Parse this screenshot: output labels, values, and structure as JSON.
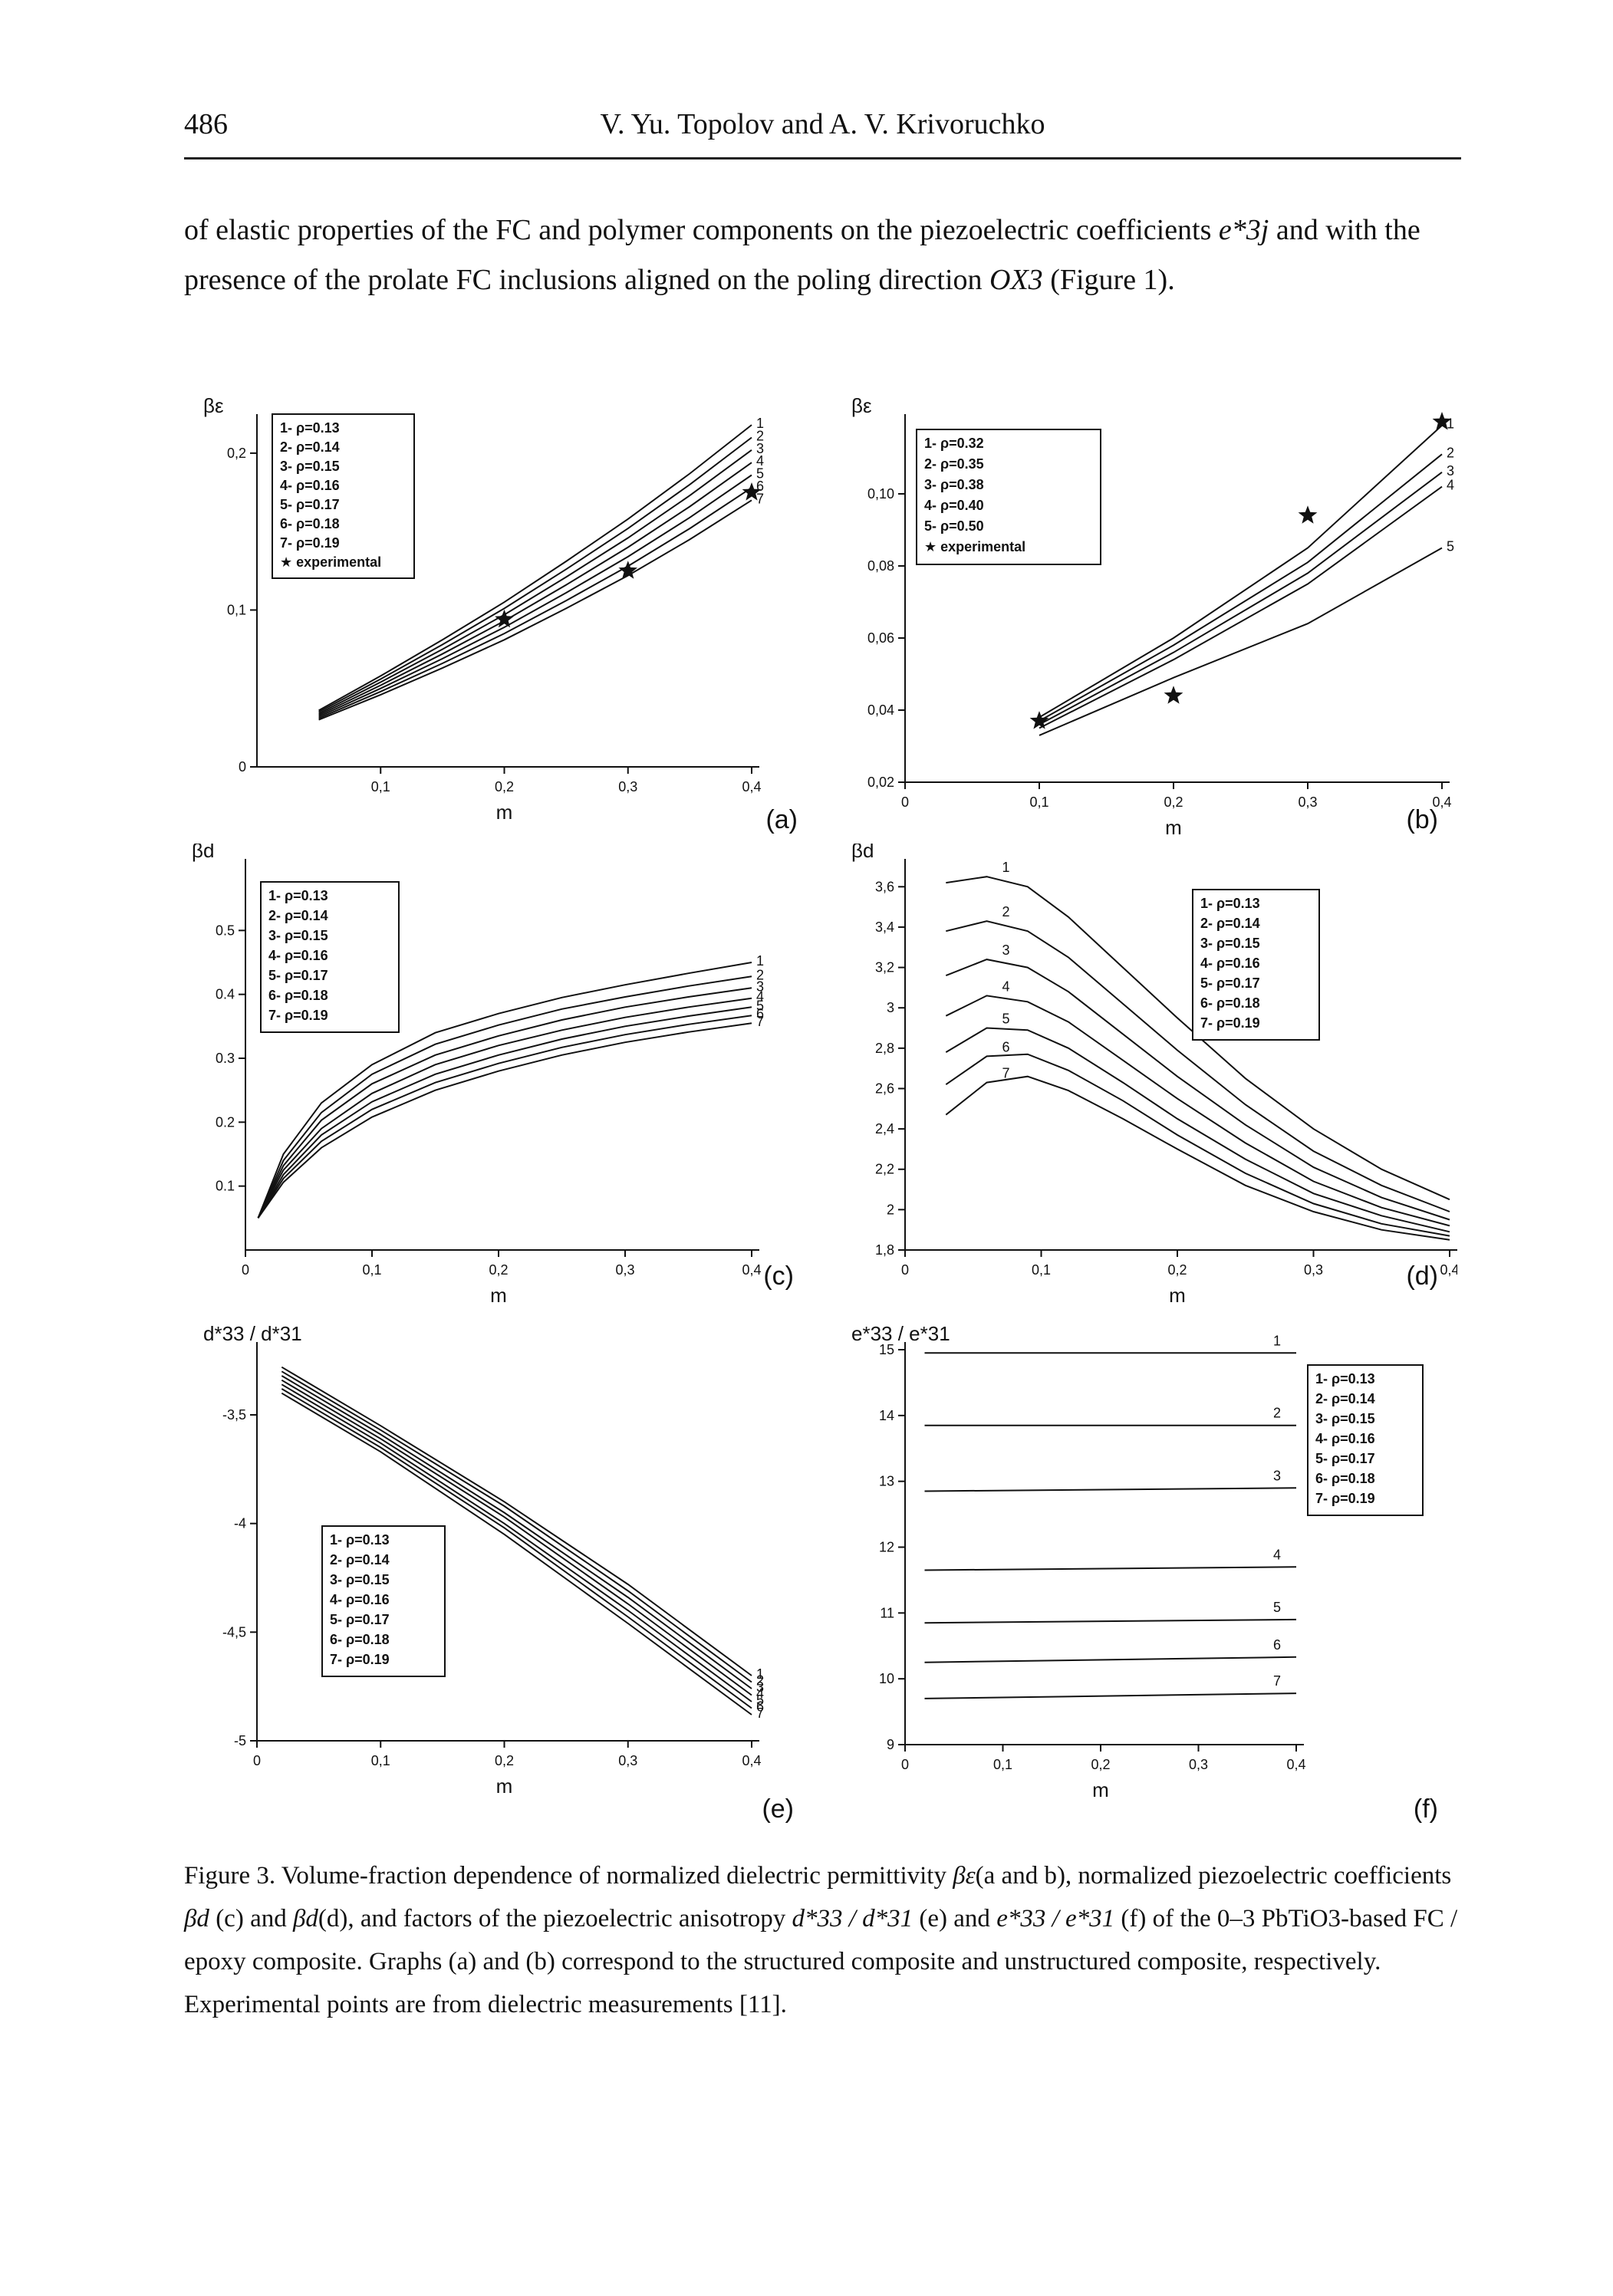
{
  "header": {
    "page_number": "486",
    "title": "V. Yu. Topolov and A. V. Krivoruchko"
  },
  "intro": {
    "part1": "of elastic properties of the FC and polymer components on the piezoelectric coefficients ",
    "sym_e3j": "e*3j",
    "part2": " and with the presence of the prolate FC inclusions aligned on the poling direction ",
    "sym_ox3": "OX3",
    "part3": " (Figure 1)."
  },
  "caption": {
    "p1": "Figure 3. Volume-fraction dependence of normalized dielectric permittivity ",
    "sym_be": "βε",
    "p2": "(a and b), normalized piezoelectric coefficients ",
    "sym_bd": "βd",
    "p3": " (c) and ",
    "sym_bd2": "βd",
    "p4": "(d), and factors of the piezoelectric anisotropy ",
    "sym_d": "d*33 / d*31",
    "p5": " (e) and ",
    "sym_e": "e*33 / e*31",
    "p6": " (f) of the 0–3 PbTiO3-based FC / epoxy composite. Graphs (a) and (b) correspond to the structured composite and unstructured composite, respectively. Experimental points are from dielectric measurements [11]."
  },
  "chart_data": [
    {
      "panel": "(a)",
      "type": "line",
      "ylabel": "βε",
      "xlabel": "m",
      "xlim": [
        0,
        0.4
      ],
      "ylim": [
        0,
        0.22
      ],
      "x_ticks": [
        "0,1",
        "0,2",
        "0,3",
        "0,4"
      ],
      "y_ticks": [
        "0",
        "0,1",
        "0,2"
      ],
      "legend": [
        "1- ρ=0.13",
        "2- ρ=0.14",
        "3- ρ=0.15",
        "4- ρ=0.16",
        "5- ρ=0.17",
        "6- ρ=0.18",
        "7- ρ=0.19",
        "★ experimental"
      ],
      "legend_position": "top-left",
      "curve_labels": [
        "1",
        "2",
        "3",
        "4",
        "5",
        "6",
        "7"
      ],
      "x": [
        0.05,
        0.1,
        0.15,
        0.2,
        0.25,
        0.3,
        0.35,
        0.4
      ],
      "series": [
        {
          "name": "1",
          "values": [
            0.036,
            0.058,
            0.081,
            0.105,
            0.131,
            0.158,
            0.187,
            0.218
          ]
        },
        {
          "name": "2",
          "values": [
            0.035,
            0.056,
            0.078,
            0.101,
            0.126,
            0.152,
            0.18,
            0.21
          ]
        },
        {
          "name": "3",
          "values": [
            0.034,
            0.054,
            0.075,
            0.097,
            0.121,
            0.146,
            0.173,
            0.202
          ]
        },
        {
          "name": "4",
          "values": [
            0.033,
            0.052,
            0.072,
            0.093,
            0.116,
            0.14,
            0.166,
            0.194
          ]
        },
        {
          "name": "5",
          "values": [
            0.032,
            0.05,
            0.069,
            0.089,
            0.111,
            0.134,
            0.159,
            0.186
          ]
        },
        {
          "name": "6",
          "values": [
            0.031,
            0.048,
            0.066,
            0.085,
            0.106,
            0.128,
            0.152,
            0.178
          ]
        },
        {
          "name": "7",
          "values": [
            0.03,
            0.046,
            0.063,
            0.081,
            0.101,
            0.122,
            0.145,
            0.17
          ]
        }
      ],
      "experimental": [
        {
          "x": 0.2,
          "y": 0.094
        },
        {
          "x": 0.3,
          "y": 0.125
        },
        {
          "x": 0.4,
          "y": 0.175
        }
      ]
    },
    {
      "panel": "(b)",
      "type": "line",
      "ylabel": "βε",
      "xlabel": "m",
      "xlim": [
        0,
        0.4
      ],
      "ylim": [
        0.02,
        0.12
      ],
      "x_ticks": [
        "0",
        "0,1",
        "0,2",
        "0,3",
        "0,4"
      ],
      "y_ticks": [
        "0,02",
        "0,04",
        "0,06",
        "0,08",
        "0,10"
      ],
      "legend": [
        "1- ρ=0.32",
        "2- ρ=0.35",
        "3- ρ=0.38",
        "4- ρ=0.40",
        "5- ρ=0.50",
        "★ experimental"
      ],
      "legend_position": "top-left",
      "curve_labels": [
        "1",
        "2",
        "3",
        "4",
        "5"
      ],
      "x": [
        0.1,
        0.2,
        0.3,
        0.4
      ],
      "series": [
        {
          "name": "1",
          "values": [
            0.038,
            0.06,
            0.085,
            0.119
          ]
        },
        {
          "name": "2",
          "values": [
            0.037,
            0.058,
            0.081,
            0.111
          ]
        },
        {
          "name": "3",
          "values": [
            0.036,
            0.056,
            0.078,
            0.106
          ]
        },
        {
          "name": "4",
          "values": [
            0.035,
            0.054,
            0.075,
            0.102
          ]
        },
        {
          "name": "5",
          "values": [
            0.033,
            0.049,
            0.064,
            0.085
          ]
        }
      ],
      "experimental": [
        {
          "x": 0.1,
          "y": 0.037
        },
        {
          "x": 0.2,
          "y": 0.044
        },
        {
          "x": 0.3,
          "y": 0.094
        },
        {
          "x": 0.4,
          "y": 0.12
        }
      ]
    },
    {
      "panel": "(c)",
      "type": "line",
      "ylabel": "βd",
      "xlabel": "m",
      "xlim": [
        0,
        0.4
      ],
      "ylim": [
        0,
        0.6
      ],
      "x_ticks": [
        "0",
        "0,1",
        "0,2",
        "0,3",
        "0,4"
      ],
      "y_ticks": [
        "0.1",
        "0.2",
        "0.3",
        "0.4",
        "0.5"
      ],
      "legend": [
        "1- ρ=0.13",
        "2- ρ=0.14",
        "3- ρ=0.15",
        "4- ρ=0.16",
        "5- ρ=0.17",
        "6- ρ=0.18",
        "7- ρ=0.19"
      ],
      "legend_position": "top-left",
      "curve_labels": [
        "1",
        "2",
        "3",
        "4",
        "5",
        "6",
        "7"
      ],
      "x": [
        0.01,
        0.03,
        0.06,
        0.1,
        0.15,
        0.2,
        0.25,
        0.3,
        0.35,
        0.4
      ],
      "series": [
        {
          "name": "1",
          "values": [
            0.05,
            0.15,
            0.23,
            0.29,
            0.34,
            0.37,
            0.395,
            0.415,
            0.433,
            0.45
          ]
        },
        {
          "name": "2",
          "values": [
            0.05,
            0.14,
            0.215,
            0.275,
            0.322,
            0.352,
            0.377,
            0.396,
            0.413,
            0.428
          ]
        },
        {
          "name": "3",
          "values": [
            0.05,
            0.132,
            0.203,
            0.26,
            0.305,
            0.335,
            0.36,
            0.38,
            0.396,
            0.41
          ]
        },
        {
          "name": "4",
          "values": [
            0.05,
            0.125,
            0.19,
            0.245,
            0.29,
            0.32,
            0.344,
            0.364,
            0.38,
            0.394
          ]
        },
        {
          "name": "5",
          "values": [
            0.05,
            0.118,
            0.18,
            0.232,
            0.275,
            0.305,
            0.33,
            0.35,
            0.366,
            0.38
          ]
        },
        {
          "name": "6",
          "values": [
            0.05,
            0.112,
            0.17,
            0.22,
            0.262,
            0.292,
            0.317,
            0.337,
            0.353,
            0.367
          ]
        },
        {
          "name": "7",
          "values": [
            0.05,
            0.106,
            0.16,
            0.208,
            0.25,
            0.28,
            0.305,
            0.325,
            0.341,
            0.355
          ]
        }
      ]
    },
    {
      "panel": "(d)",
      "type": "line",
      "ylabel": "βd",
      "xlabel": "m",
      "xlim": [
        0,
        0.4
      ],
      "ylim": [
        1.8,
        3.7
      ],
      "x_ticks": [
        "0",
        "0,1",
        "0,2",
        "0,3",
        "0,4"
      ],
      "y_ticks": [
        "1,8",
        "2",
        "2,2",
        "2,4",
        "2,6",
        "2,8",
        "3",
        "3,2",
        "3,4",
        "3,6"
      ],
      "legend": [
        "1- ρ=0.13",
        "2- ρ=0.14",
        "3- ρ=0.15",
        "4- ρ=0.16",
        "5- ρ=0.17",
        "6- ρ=0.18",
        "7- ρ=0.19"
      ],
      "legend_position": "top-right",
      "curve_labels": [
        "1",
        "2",
        "3",
        "4",
        "5",
        "6",
        "7"
      ],
      "x": [
        0.03,
        0.06,
        0.09,
        0.12,
        0.16,
        0.2,
        0.25,
        0.3,
        0.35,
        0.4
      ],
      "series": [
        {
          "name": "1",
          "values": [
            3.62,
            3.65,
            3.6,
            3.45,
            3.2,
            2.95,
            2.65,
            2.4,
            2.2,
            2.05
          ]
        },
        {
          "name": "2",
          "values": [
            3.38,
            3.43,
            3.38,
            3.25,
            3.02,
            2.79,
            2.52,
            2.29,
            2.12,
            1.99
          ]
        },
        {
          "name": "3",
          "values": [
            3.16,
            3.24,
            3.2,
            3.08,
            2.87,
            2.66,
            2.42,
            2.21,
            2.06,
            1.95
          ]
        },
        {
          "name": "4",
          "values": [
            2.96,
            3.06,
            3.03,
            2.93,
            2.74,
            2.55,
            2.33,
            2.14,
            2.01,
            1.92
          ]
        },
        {
          "name": "5",
          "values": [
            2.78,
            2.9,
            2.89,
            2.8,
            2.63,
            2.45,
            2.25,
            2.08,
            1.97,
            1.89
          ]
        },
        {
          "name": "6",
          "values": [
            2.62,
            2.76,
            2.77,
            2.69,
            2.54,
            2.37,
            2.18,
            2.03,
            1.93,
            1.87
          ]
        },
        {
          "name": "7",
          "values": [
            2.47,
            2.63,
            2.66,
            2.59,
            2.45,
            2.3,
            2.12,
            1.99,
            1.9,
            1.85
          ]
        }
      ]
    },
    {
      "panel": "(e)",
      "type": "line",
      "ylabel": "d*33 / d*31",
      "xlabel": "m",
      "xlim": [
        0,
        0.4
      ],
      "ylim": [
        -5,
        -3.2
      ],
      "x_ticks": [
        "0",
        "0,1",
        "0,2",
        "0,3",
        "0,4"
      ],
      "y_ticks": [
        "-5",
        "-4,5",
        "-4",
        "-3,5"
      ],
      "legend": [
        "1- ρ=0.13",
        "2- ρ=0.14",
        "3- ρ=0.15",
        "4- ρ=0.16",
        "5- ρ=0.17",
        "6- ρ=0.18",
        "7- ρ=0.19"
      ],
      "legend_position": "bottom-left",
      "curve_labels": [
        "1",
        "2",
        "3",
        "4",
        "5",
        "6",
        "7"
      ],
      "x": [
        0.02,
        0.1,
        0.2,
        0.3,
        0.4
      ],
      "series": [
        {
          "name": "1",
          "values": [
            -3.28,
            -3.55,
            -3.9,
            -4.28,
            -4.7
          ]
        },
        {
          "name": "2",
          "values": [
            -3.3,
            -3.57,
            -3.92,
            -4.31,
            -4.73
          ]
        },
        {
          "name": "3",
          "values": [
            -3.32,
            -3.59,
            -3.95,
            -4.34,
            -4.76
          ]
        },
        {
          "name": "4",
          "values": [
            -3.34,
            -3.61,
            -3.97,
            -4.37,
            -4.79
          ]
        },
        {
          "name": "5",
          "values": [
            -3.36,
            -3.63,
            -4.0,
            -4.4,
            -4.82
          ]
        },
        {
          "name": "6",
          "values": [
            -3.38,
            -3.65,
            -4.02,
            -4.43,
            -4.85
          ]
        },
        {
          "name": "7",
          "values": [
            -3.4,
            -3.67,
            -4.05,
            -4.46,
            -4.88
          ]
        }
      ]
    },
    {
      "panel": "(f)",
      "type": "line",
      "ylabel": "e*33 / e*31",
      "xlabel": "m",
      "xlim": [
        0,
        0.4
      ],
      "ylim": [
        9,
        15
      ],
      "x_ticks": [
        "0",
        "0,1",
        "0,2",
        "0,3",
        "0,4"
      ],
      "y_ticks": [
        "9",
        "10",
        "11",
        "12",
        "13",
        "14",
        "15"
      ],
      "legend": [
        "1- ρ=0.13",
        "2- ρ=0.14",
        "3- ρ=0.15",
        "4- ρ=0.16",
        "5- ρ=0.17",
        "6- ρ=0.18",
        "7- ρ=0.19"
      ],
      "legend_position": "top-right",
      "curve_labels": [
        "1",
        "2",
        "3",
        "4",
        "5",
        "6",
        "7"
      ],
      "x": [
        0.02,
        0.4
      ],
      "series": [
        {
          "name": "1",
          "values": [
            14.95,
            14.95
          ]
        },
        {
          "name": "2",
          "values": [
            13.85,
            13.85
          ]
        },
        {
          "name": "3",
          "values": [
            12.85,
            12.9
          ]
        },
        {
          "name": "4",
          "values": [
            11.65,
            11.7
          ]
        },
        {
          "name": "5",
          "values": [
            10.85,
            10.9
          ]
        },
        {
          "name": "6",
          "values": [
            10.25,
            10.33
          ]
        },
        {
          "name": "7",
          "values": [
            9.7,
            9.78
          ]
        }
      ]
    }
  ],
  "panel_tags": [
    "(a)",
    "(b)",
    "(c)",
    "(d)",
    "(e)",
    "(f)"
  ]
}
